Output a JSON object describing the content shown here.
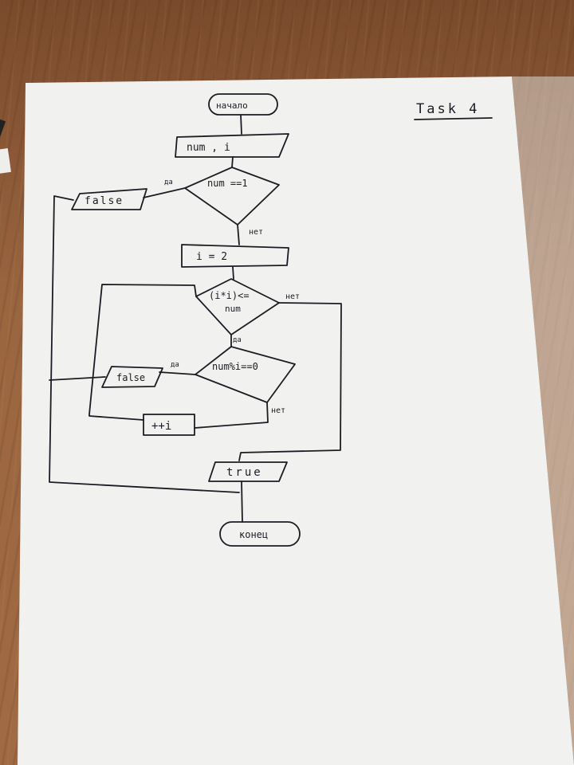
{
  "diagram": {
    "task_label": "Task 4",
    "nodes": {
      "start": "начало",
      "input": "num , i",
      "cond_num_eq_1": "num ==1",
      "output_false_1": "false",
      "assign_i": "i = 2",
      "cond_loop_line1": "(i*i)<=",
      "cond_loop_line2": "num",
      "cond_divisible": "num%i==0",
      "output_false_2": "false",
      "increment": "++i",
      "output_true": "true",
      "end": "конец"
    },
    "edge_labels": {
      "num_eq_1_yes": "да",
      "num_eq_1_no": "нет",
      "loop_no": "нет",
      "loop_yes": "да",
      "divisible_yes": "да",
      "divisible_no": "нет"
    }
  }
}
